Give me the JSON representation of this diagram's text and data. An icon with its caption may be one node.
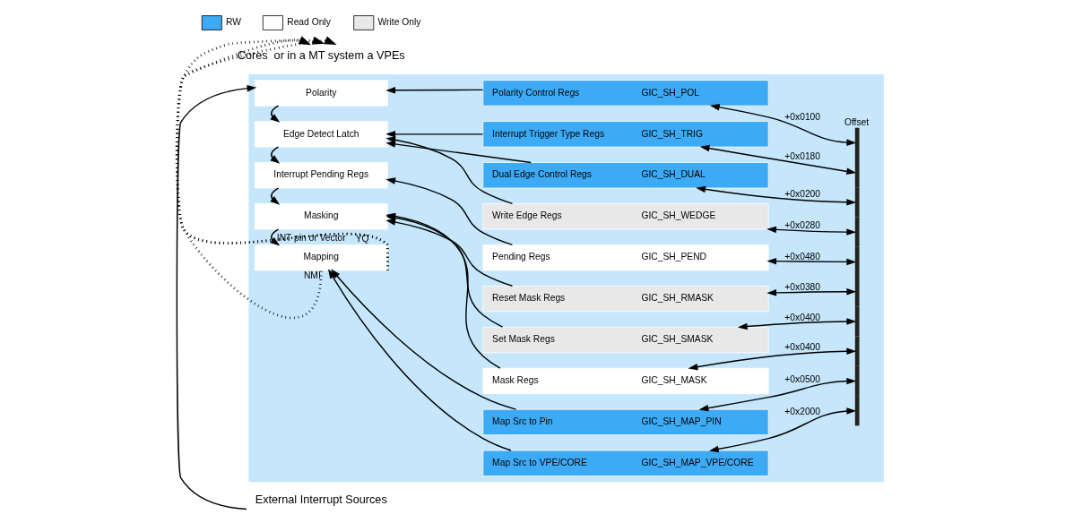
{
  "diagram": {
    "nodes": [
      {
        "text": [
          "External Interrupt Sources"
        ]
      },
      {
        "text": [],
        "shape": "band"
      },
      {
        "text": [
          "Polarity"
        ],
        "in": 1
      },
      {
        "text": [
          "Edge Detect Latch"
        ],
        "in": 1
      },
      {
        "text": [
          "Interrupt Pending Regs"
        ],
        "in": 1
      },
      {
        "text": [
          "Masking"
        ],
        "in": 1
      },
      {
        "text": [
          "Mapping"
        ],
        "in": 1
      },
      {
        "text": [
          "Cores  or in a MT system a VPEs"
        ]
      },
      {
        "text": [
          "Polarity Control Regs",
          "GIC_SH_POL"
        ],
        "in": 1
      },
      {
        "text": [
          "Interrupt Trigger Type Regs",
          "GIC_SH_TRIG"
        ],
        "in": 1
      },
      {
        "text": [
          "Dual Edge Control Regs",
          "GIC_SH_DUAL"
        ],
        "in": 1
      },
      {
        "text": [
          "Write Edge Regs",
          "GIC_SH_WEDGE"
        ],
        "in": 1
      },
      {
        "text": [
          "Pending Regs",
          "GIC_SH_PEND"
        ],
        "in": 1
      },
      {
        "text": [
          "Reset Mask Regs",
          "GIC_SH_RMASK"
        ],
        "in": 1
      },
      {
        "text": [
          "Set Mask Regs",
          "GIC_SH_SMASK"
        ],
        "in": 1
      },
      {
        "text": [
          "Mask Regs",
          "GIC_SH_MASK"
        ],
        "in": 1
      },
      {
        "text": [
          "Map Src to Pin",
          "GIC_SH_MAP_PIN"
        ],
        "in": 1
      },
      {
        "text": [
          "Map Src to VPE/CORE",
          "GIC_SH_MAP_VPE/CORE"
        ],
        "in": 1
      },
      {
        "text": [],
        "shape": "bar",
        "in": 1,
        "beside": [
          "Offset"
        ]
      }
    ],
    "edges": [
      {
        "from": 0,
        "to": 2,
        "arrow": "to"
      },
      {
        "from": 2,
        "to": 3,
        "arrow": "to"
      },
      {
        "from": 3,
        "to": 4,
        "arrow": "to"
      },
      {
        "from": 4,
        "to": 5,
        "arrow": "to"
      },
      {
        "from": 5,
        "to": 6,
        "arrow": "to"
      },
      {
        "from": 6,
        "to": 7,
        "arrow": "to",
        "style": "dashed",
        "label": "INT pin or Vector"
      },
      {
        "from": 6,
        "to": 7,
        "arrow": "to",
        "style": "dashed",
        "label": "NMI"
      },
      {
        "from": 6,
        "to": 7,
        "arrow": "to",
        "style": "dashed",
        "label": "YQ"
      },
      {
        "from": 8,
        "to": 2,
        "arrow": "to"
      },
      {
        "from": 9,
        "to": 3,
        "arrow": "to"
      },
      {
        "from": 10,
        "to": 3,
        "arrow": "to"
      },
      {
        "from": 11,
        "to": 3,
        "arrow": "to"
      },
      {
        "from": 12,
        "to": 4,
        "arrow": "to"
      },
      {
        "from": 13,
        "to": 5,
        "arrow": "to"
      },
      {
        "from": 14,
        "to": 5,
        "arrow": "to"
      },
      {
        "from": 15,
        "to": 5,
        "arrow": "to"
      },
      {
        "from": 16,
        "to": 6,
        "arrow": "to"
      },
      {
        "from": 17,
        "to": 6,
        "arrow": "to"
      },
      {
        "from": 8,
        "to": 18,
        "arrow": "both",
        "label": "+0x0100"
      },
      {
        "from": 9,
        "to": 18,
        "arrow": "both",
        "label": "+0x0180"
      },
      {
        "from": 10,
        "to": 18,
        "arrow": "both",
        "label": "+0x0200"
      },
      {
        "from": 11,
        "to": 18,
        "arrow": "both",
        "label": "+0x0280"
      },
      {
        "from": 12,
        "to": 18,
        "arrow": "both",
        "label": "+0x0480"
      },
      {
        "from": 13,
        "to": 18,
        "arrow": "both",
        "label": "+0x0380"
      },
      {
        "from": 14,
        "to": 18,
        "arrow": "both",
        "label": "+0x0400"
      },
      {
        "from": 15,
        "to": 18,
        "arrow": "both",
        "label": "+0x0400"
      },
      {
        "from": 16,
        "to": 18,
        "arrow": "both",
        "label": "+0x0500"
      },
      {
        "from": 17,
        "to": 18,
        "arrow": "both",
        "label": "+0x2000"
      }
    ],
    "legend": [
      {
        "text": "RW",
        "color": "#3daaf5"
      },
      {
        "text": "Read Only",
        "color": "#ffffff"
      },
      {
        "text": "Write Only",
        "color": "#e8e8e8"
      }
    ]
  }
}
